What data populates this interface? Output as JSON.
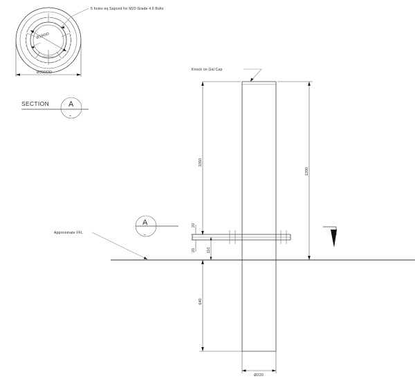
{
  "drawing": {
    "type": "engineering-elevation-and-section",
    "units": "mm"
  },
  "section_detail": {
    "title": "SECTION",
    "marker_letter": "A",
    "marker_sub": "-",
    "bolt_note": "5 holes eq Sapced for M20 Grade 4.6 Bolts",
    "inner_diameter_label": "Ø190ID",
    "outer_diameter_label": "Ø390OD"
  },
  "elevation": {
    "cap_note": "Knock on Gal Cap",
    "ffl_note": "Approximate FFL",
    "section_marker_letter": "A",
    "section_marker_sub": "-",
    "pole_diameter_label": "Ø220",
    "dimensions": {
      "above_plate": "1050",
      "overall": "1200",
      "plate_top": "20",
      "plate_bottom": "20",
      "embed_upper": "110",
      "below_ground": "640"
    }
  },
  "colors": {
    "line": "#3c3c3c",
    "dimension": "#555555",
    "leader": "#8a8a8a",
    "text": "#2b2b2b",
    "background": "#ffffff"
  }
}
